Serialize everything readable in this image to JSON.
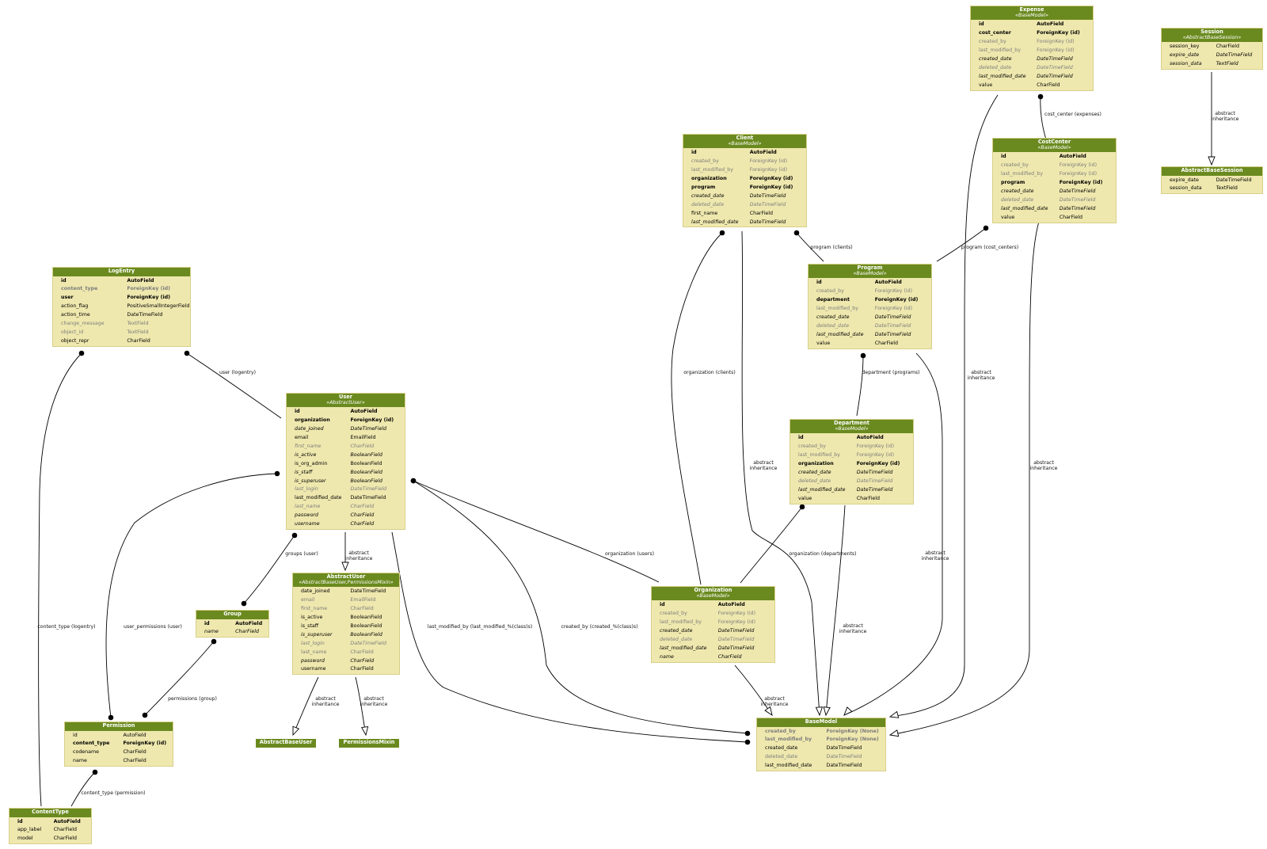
{
  "models": [
    {
      "key": "expense",
      "name": "Expense",
      "stereotype": "«BaseModel»",
      "fields": [
        {
          "name": "id",
          "type": "AutoField",
          "style": "bold"
        },
        {
          "name": "cost_center",
          "type": "ForeignKey (id)",
          "style": "bold"
        },
        {
          "name": "created_by",
          "type": "ForeignKey (id)",
          "style": "gray"
        },
        {
          "name": "last_modified_by",
          "type": "ForeignKey (id)",
          "style": "gray"
        },
        {
          "name": "created_date",
          "type": "DateTimeField",
          "style": "italic"
        },
        {
          "name": "deleted_date",
          "type": "DateTimeField",
          "style": "gray italic"
        },
        {
          "name": "last_modified_date",
          "type": "DateTimeField",
          "style": "italic"
        },
        {
          "name": "value",
          "type": "CharField",
          "style": ""
        }
      ]
    },
    {
      "key": "session",
      "name": "Session",
      "stereotype": "«AbstractBaseSession»",
      "fields": [
        {
          "name": "session_key",
          "type": "CharField",
          "style": ""
        },
        {
          "name": "expire_date",
          "type": "DateTimeField",
          "style": "italic"
        },
        {
          "name": "session_data",
          "type": "TextField",
          "style": "italic"
        }
      ]
    },
    {
      "key": "abstractbasesession",
      "name": "AbstractBaseSession",
      "stereotype": "",
      "fields": [
        {
          "name": "expire_date",
          "type": "DateTimeField",
          "style": ""
        },
        {
          "name": "session_data",
          "type": "TextField",
          "style": ""
        }
      ]
    },
    {
      "key": "client",
      "name": "Client",
      "stereotype": "«BaseModel»",
      "fields": [
        {
          "name": "id",
          "type": "AutoField",
          "style": "bold"
        },
        {
          "name": "created_by",
          "type": "ForeignKey (id)",
          "style": "gray"
        },
        {
          "name": "last_modified_by",
          "type": "ForeignKey (id)",
          "style": "gray"
        },
        {
          "name": "organization",
          "type": "ForeignKey (id)",
          "style": "bold"
        },
        {
          "name": "program",
          "type": "ForeignKey (id)",
          "style": "bold"
        },
        {
          "name": "created_date",
          "type": "DateTimeField",
          "style": "italic"
        },
        {
          "name": "deleted_date",
          "type": "DateTimeField",
          "style": "gray italic"
        },
        {
          "name": "first_name",
          "type": "CharField",
          "style": ""
        },
        {
          "name": "last_modified_date",
          "type": "DateTimeField",
          "style": "italic"
        }
      ]
    },
    {
      "key": "costcenter",
      "name": "CostCenter",
      "stereotype": "«BaseModel»",
      "fields": [
        {
          "name": "id",
          "type": "AutoField",
          "style": "bold"
        },
        {
          "name": "created_by",
          "type": "ForeignKey (id)",
          "style": "gray"
        },
        {
          "name": "last_modified_by",
          "type": "ForeignKey (id)",
          "style": "gray"
        },
        {
          "name": "program",
          "type": "ForeignKey (id)",
          "style": "bold"
        },
        {
          "name": "created_date",
          "type": "DateTimeField",
          "style": "italic"
        },
        {
          "name": "deleted_date",
          "type": "DateTimeField",
          "style": "gray italic"
        },
        {
          "name": "last_modified_date",
          "type": "DateTimeField",
          "style": "italic"
        },
        {
          "name": "value",
          "type": "CharField",
          "style": ""
        }
      ]
    },
    {
      "key": "logentry",
      "name": "LogEntry",
      "stereotype": "",
      "fields": [
        {
          "name": "id",
          "type": "AutoField",
          "style": "bold"
        },
        {
          "name": "content_type",
          "type": "ForeignKey (id)",
          "style": "gray bold"
        },
        {
          "name": "user",
          "type": "ForeignKey (id)",
          "style": "bold"
        },
        {
          "name": "action_flag",
          "type": "PositiveSmallIntegerField",
          "style": ""
        },
        {
          "name": "action_time",
          "type": "DateTimeField",
          "style": ""
        },
        {
          "name": "change_message",
          "type": "TextField",
          "style": "gray"
        },
        {
          "name": "object_id",
          "type": "TextField",
          "style": "gray"
        },
        {
          "name": "object_repr",
          "type": "CharField",
          "style": ""
        }
      ]
    },
    {
      "key": "program",
      "name": "Program",
      "stereotype": "«BaseModel»",
      "fields": [
        {
          "name": "id",
          "type": "AutoField",
          "style": "bold"
        },
        {
          "name": "created_by",
          "type": "ForeignKey (id)",
          "style": "gray"
        },
        {
          "name": "department",
          "type": "ForeignKey (id)",
          "style": "bold"
        },
        {
          "name": "last_modified_by",
          "type": "ForeignKey (id)",
          "style": "gray"
        },
        {
          "name": "created_date",
          "type": "DateTimeField",
          "style": "italic"
        },
        {
          "name": "deleted_date",
          "type": "DateTimeField",
          "style": "gray italic"
        },
        {
          "name": "last_modified_date",
          "type": "DateTimeField",
          "style": "italic"
        },
        {
          "name": "value",
          "type": "CharField",
          "style": ""
        }
      ]
    },
    {
      "key": "user",
      "name": "User",
      "stereotype": "«AbstractUser»",
      "fields": [
        {
          "name": "id",
          "type": "AutoField",
          "style": "bold"
        },
        {
          "name": "organization",
          "type": "ForeignKey (id)",
          "style": "bold"
        },
        {
          "name": "date_joined",
          "type": "DateTimeField",
          "style": "italic"
        },
        {
          "name": "email",
          "type": "EmailField",
          "style": ""
        },
        {
          "name": "first_name",
          "type": "CharField",
          "style": "gray italic"
        },
        {
          "name": "is_active",
          "type": "BooleanField",
          "style": "italic"
        },
        {
          "name": "is_org_admin",
          "type": "BooleanField",
          "style": ""
        },
        {
          "name": "is_staff",
          "type": "BooleanField",
          "style": "italic"
        },
        {
          "name": "is_superuser",
          "type": "BooleanField",
          "style": "italic"
        },
        {
          "name": "last_login",
          "type": "DateTimeField",
          "style": "gray italic"
        },
        {
          "name": "last_modified_date",
          "type": "DateTimeField",
          "style": ""
        },
        {
          "name": "last_name",
          "type": "CharField",
          "style": "gray italic"
        },
        {
          "name": "password",
          "type": "CharField",
          "style": "italic"
        },
        {
          "name": "username",
          "type": "CharField",
          "style": "italic"
        }
      ]
    },
    {
      "key": "department",
      "name": "Department",
      "stereotype": "«BaseModel»",
      "fields": [
        {
          "name": "id",
          "type": "AutoField",
          "style": "bold"
        },
        {
          "name": "created_by",
          "type": "ForeignKey (id)",
          "style": "gray"
        },
        {
          "name": "last_modified_by",
          "type": "ForeignKey (id)",
          "style": "gray"
        },
        {
          "name": "organization",
          "type": "ForeignKey (id)",
          "style": "bold"
        },
        {
          "name": "created_date",
          "type": "DateTimeField",
          "style": "italic"
        },
        {
          "name": "deleted_date",
          "type": "DateTimeField",
          "style": "gray italic"
        },
        {
          "name": "last_modified_date",
          "type": "DateTimeField",
          "style": "italic"
        },
        {
          "name": "value",
          "type": "CharField",
          "style": ""
        }
      ]
    },
    {
      "key": "abstractuser",
      "name": "AbstractUser",
      "stereotype": "«AbstractBaseUser,PermissionsMixin»",
      "fields": [
        {
          "name": "date_joined",
          "type": "DateTimeField",
          "style": ""
        },
        {
          "name": "email",
          "type": "EmailField",
          "style": "gray"
        },
        {
          "name": "first_name",
          "type": "CharField",
          "style": "gray"
        },
        {
          "name": "is_active",
          "type": "BooleanField",
          "style": ""
        },
        {
          "name": "is_staff",
          "type": "BooleanField",
          "style": ""
        },
        {
          "name": "is_superuser",
          "type": "BooleanField",
          "style": "italic"
        },
        {
          "name": "last_login",
          "type": "DateTimeField",
          "style": "gray italic"
        },
        {
          "name": "last_name",
          "type": "CharField",
          "style": "gray"
        },
        {
          "name": "password",
          "type": "CharField",
          "style": "italic"
        },
        {
          "name": "username",
          "type": "CharField",
          "style": ""
        }
      ]
    },
    {
      "key": "organization",
      "name": "Organization",
      "stereotype": "«BaseModel»",
      "fields": [
        {
          "name": "id",
          "type": "AutoField",
          "style": "bold"
        },
        {
          "name": "created_by",
          "type": "ForeignKey (id)",
          "style": "gray"
        },
        {
          "name": "last_modified_by",
          "type": "ForeignKey (id)",
          "style": "gray"
        },
        {
          "name": "created_date",
          "type": "DateTimeField",
          "style": "italic"
        },
        {
          "name": "deleted_date",
          "type": "DateTimeField",
          "style": "gray italic"
        },
        {
          "name": "last_modified_date",
          "type": "DateTimeField",
          "style": "italic"
        },
        {
          "name": "name",
          "type": "CharField",
          "style": "italic"
        }
      ]
    },
    {
      "key": "group",
      "name": "Group",
      "stereotype": "",
      "fields": [
        {
          "name": "id",
          "type": "AutoField",
          "style": "bold"
        },
        {
          "name": "name",
          "type": "CharField",
          "style": "italic"
        }
      ]
    },
    {
      "key": "permission",
      "name": "Permission",
      "stereotype": "",
      "fields": [
        {
          "name": "id",
          "type": "AutoField",
          "style": ""
        },
        {
          "name": "content_type",
          "type": "ForeignKey (id)",
          "style": "bold"
        },
        {
          "name": "codename",
          "type": "CharField",
          "style": ""
        },
        {
          "name": "name",
          "type": "CharField",
          "style": ""
        }
      ]
    },
    {
      "key": "basemodel",
      "name": "BaseModel",
      "stereotype": "",
      "fields": [
        {
          "name": "created_by",
          "type": "ForeignKey (None)",
          "style": "gray bold"
        },
        {
          "name": "last_modified_by",
          "type": "ForeignKey (None)",
          "style": "gray bold"
        },
        {
          "name": "created_date",
          "type": "DateTimeField",
          "style": ""
        },
        {
          "name": "deleted_date",
          "type": "DateTimeField",
          "style": "gray"
        },
        {
          "name": "last_modified_date",
          "type": "DateTimeField",
          "style": ""
        }
      ]
    },
    {
      "key": "abstractbaseuser",
      "name": "AbstractBaseUser",
      "stereotype": "",
      "fields": []
    },
    {
      "key": "permissionsmixin",
      "name": "PermissionsMixin",
      "stereotype": "",
      "fields": []
    },
    {
      "key": "contenttype",
      "name": "ContentType",
      "stereotype": "",
      "fields": [
        {
          "name": "id",
          "type": "AutoField",
          "style": "bold"
        },
        {
          "name": "app_label",
          "type": "CharField",
          "style": ""
        },
        {
          "name": "model",
          "type": "CharField",
          "style": ""
        }
      ]
    }
  ],
  "edge_labels": [
    {
      "key": "cost-center-expenses",
      "text": "cost_center (expenses)"
    },
    {
      "key": "abstract-inheritance-session",
      "text": "abstract\ninheritance"
    },
    {
      "key": "program-clients",
      "text": "program (clients)"
    },
    {
      "key": "program-cost-centers",
      "text": "program (cost_centers)"
    },
    {
      "key": "user-logentry",
      "text": "user (logentry)"
    },
    {
      "key": "organization-clients",
      "text": "organization (clients)"
    },
    {
      "key": "department-programs",
      "text": "department (programs)"
    },
    {
      "key": "abstract-inheritance-expense",
      "text": "abstract\ninheritance"
    },
    {
      "key": "abstract-inheritance-client",
      "text": "abstract\ninheritance"
    },
    {
      "key": "abstract-inheritance-costcenter",
      "text": "abstract\ninheritance"
    },
    {
      "key": "abstract-inheritance-program",
      "text": "abstract\ninheritance"
    },
    {
      "key": "groups-user",
      "text": "groups (user)"
    },
    {
      "key": "abstract-inheritance-user",
      "text": "abstract\ninheritance"
    },
    {
      "key": "organization-users",
      "text": "organization (users)"
    },
    {
      "key": "organization-departments",
      "text": "organization (departments)"
    },
    {
      "key": "abstract-inheritance-department",
      "text": "abstract\ninheritance"
    },
    {
      "key": "content-type-logentry",
      "text": "content_type (logentry)"
    },
    {
      "key": "user-permissions-user",
      "text": "user_permissions (user)"
    },
    {
      "key": "last-modified-by",
      "text": "last_modified_by (last_modified_%(class)s)"
    },
    {
      "key": "created-by",
      "text": "created_by (created_%(class)s)"
    },
    {
      "key": "permissions-group",
      "text": "permissions (group)"
    },
    {
      "key": "abstract-inheritance-abu",
      "text": "abstract\ninheritance"
    },
    {
      "key": "abstract-inheritance-pm",
      "text": "abstract\ninheritance"
    },
    {
      "key": "abstract-inheritance-organization",
      "text": "abstract\ninheritance"
    },
    {
      "key": "content-type-permission",
      "text": "content_type (permission)"
    }
  ],
  "colors": {
    "header": "#6A8A1F",
    "body": "#EFE8AE",
    "edge": "#000000"
  }
}
